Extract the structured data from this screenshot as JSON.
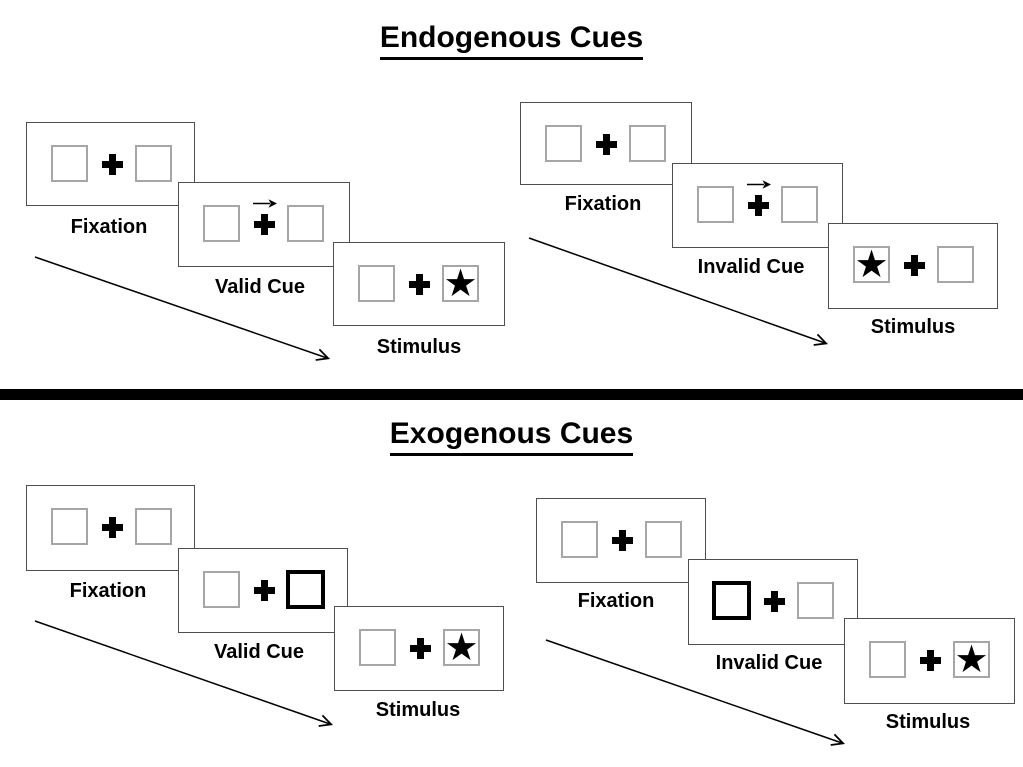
{
  "colors": {
    "background": "#ffffff",
    "ink": "#000000",
    "panel_border": "#4f4f4f",
    "placeholder_box_border": "#a6a6a6"
  },
  "glyphs": {
    "star": "★"
  },
  "sections": [
    {
      "title": "Endogenous Cues",
      "sequences": [
        {
          "name": "endogenous-valid",
          "cue": {
            "type": "central-arrow",
            "direction": "right"
          },
          "stimulus_side": "right",
          "panels": [
            {
              "label": "Fixation"
            },
            {
              "label": "Valid Cue"
            },
            {
              "label": "Stimulus"
            }
          ]
        },
        {
          "name": "endogenous-invalid",
          "cue": {
            "type": "central-arrow",
            "direction": "right"
          },
          "stimulus_side": "left",
          "panels": [
            {
              "label": "Fixation"
            },
            {
              "label": "Invalid Cue"
            },
            {
              "label": "Stimulus"
            }
          ]
        }
      ]
    },
    {
      "title": "Exogenous Cues",
      "sequences": [
        {
          "name": "exogenous-valid",
          "cue": {
            "type": "peripheral-highlight",
            "side": "right"
          },
          "stimulus_side": "right",
          "panels": [
            {
              "label": "Fixation"
            },
            {
              "label": "Valid Cue"
            },
            {
              "label": "Stimulus"
            }
          ]
        },
        {
          "name": "exogenous-invalid",
          "cue": {
            "type": "peripheral-highlight",
            "side": "left"
          },
          "stimulus_side": "right",
          "panels": [
            {
              "label": "Fixation"
            },
            {
              "label": "Invalid Cue"
            },
            {
              "label": "Stimulus"
            }
          ]
        }
      ]
    }
  ]
}
